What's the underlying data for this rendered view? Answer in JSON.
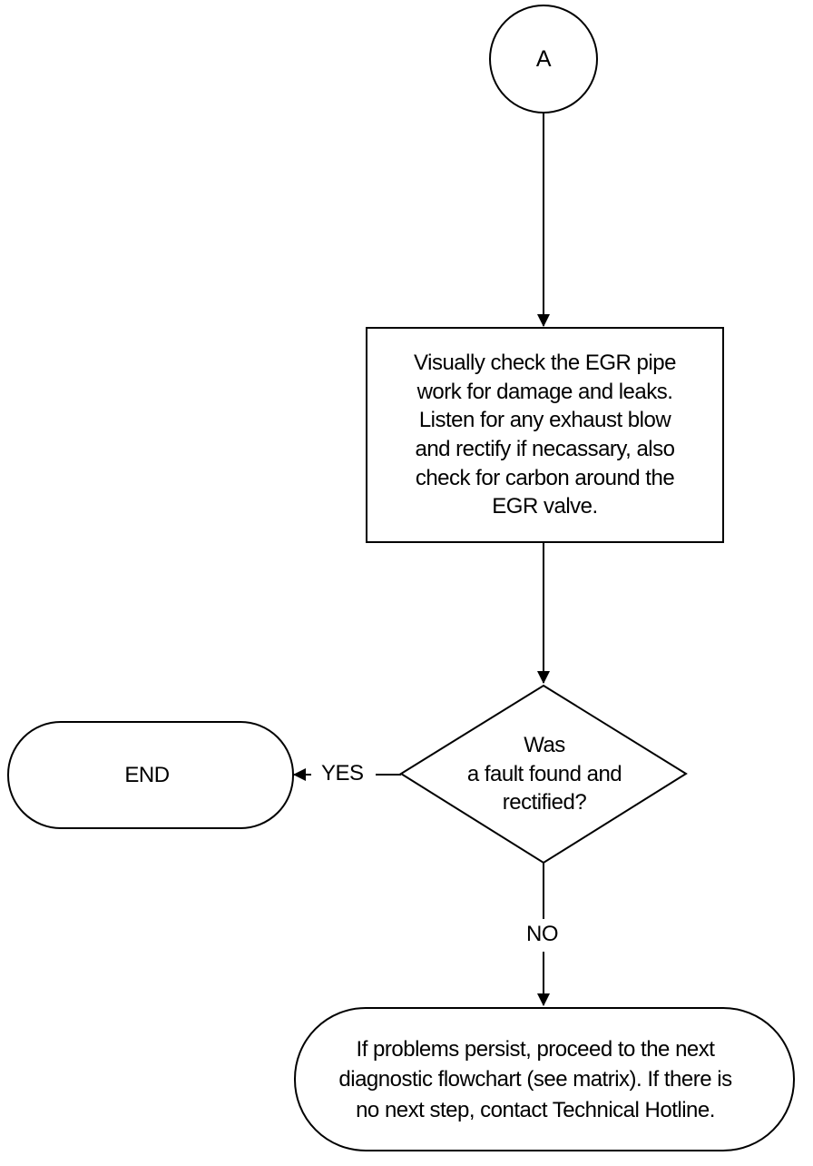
{
  "connector": {
    "label": "A"
  },
  "process_step": {
    "lines": [
      "Visually check the EGR pipe",
      "work for damage and leaks.",
      "Listen for any exhaust blow",
      "and rectify if necassary, also",
      "check for carbon around the",
      "EGR valve."
    ]
  },
  "decision": {
    "lines": [
      "Was",
      "a fault found and",
      "rectified?"
    ],
    "yes_label": "YES",
    "no_label": "NO"
  },
  "end_terminal": {
    "label": "END"
  },
  "final_terminal": {
    "lines": [
      "If problems persist, proceed to the next",
      "diagnostic flowchart (see matrix). If there is",
      "no next step, contact Technical Hotline."
    ]
  }
}
